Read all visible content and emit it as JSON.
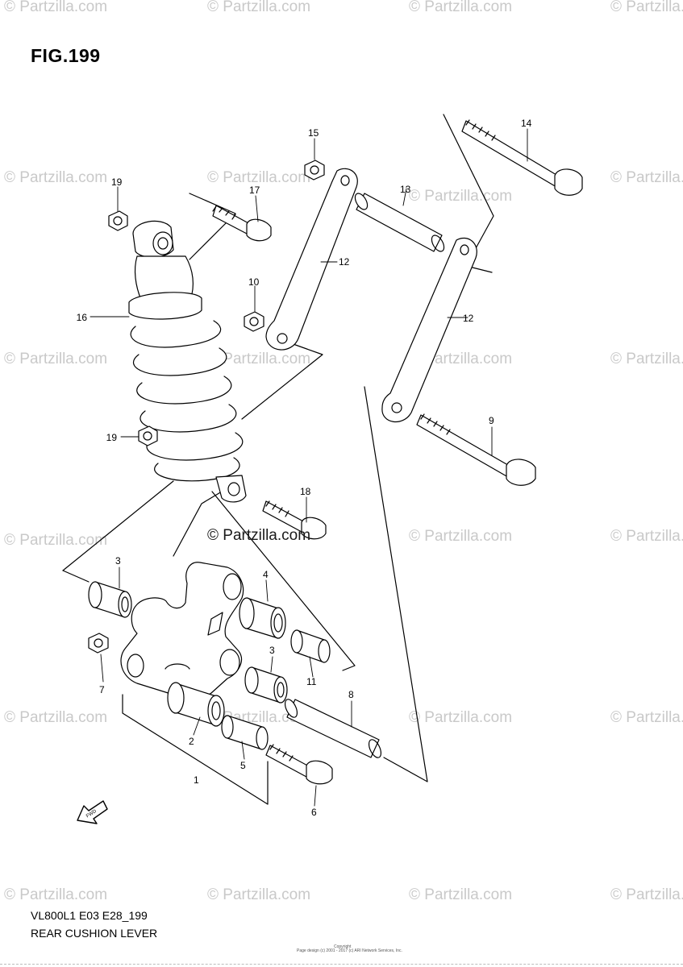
{
  "figure": {
    "title": "FIG.199",
    "model_code": "VL800L1 E03 E28_199",
    "name": "REAR CUSHION LEVER"
  },
  "watermark": {
    "text": "© Partzilla.com",
    "center_text": "© Partzilla.com"
  },
  "copyright": {
    "line1": "Copyright",
    "line2": "Page design (c) 2001 - 2017 (c) ARI Network Services, Inc."
  },
  "fwd_label": "FWD",
  "part_labels": [
    "1",
    "2",
    "3",
    "3",
    "4",
    "5",
    "6",
    "7",
    "8",
    "9",
    "10",
    "11",
    "12",
    "12",
    "13",
    "14",
    "15",
    "16",
    "17",
    "18",
    "19",
    "19"
  ],
  "colors": {
    "line": "#000000",
    "watermark": "#c9c9c9"
  }
}
